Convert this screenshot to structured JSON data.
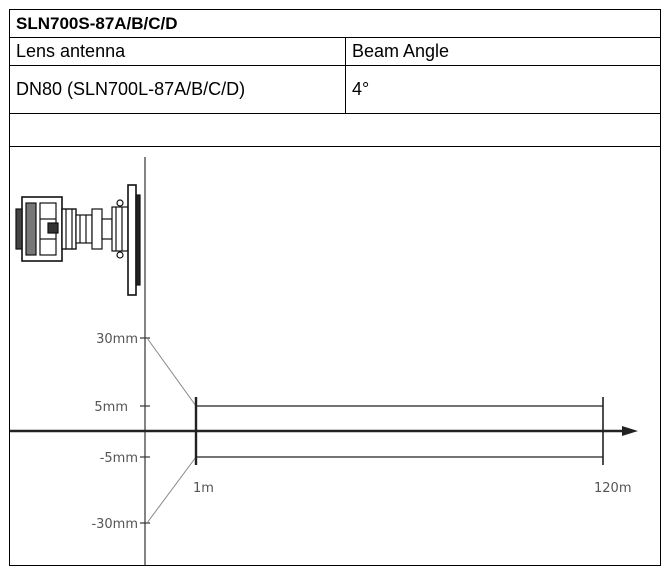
{
  "table": {
    "title": "SLN700S-87A/B/C/D",
    "header": {
      "col1": "Lens antenna",
      "col2": "Beam Angle"
    },
    "row": {
      "col1": "DN80 (SLN700L-87A/B/C/D)",
      "col2": "4°"
    },
    "empty_row": ""
  },
  "diagram": {
    "icon": "radar-level-transmitter-icon",
    "y_labels": {
      "top_outer": "30mm",
      "top_inner": "5mm",
      "bottom_inner": "-5mm",
      "bottom_outer": "-30mm"
    },
    "x_labels": {
      "start": "1m",
      "end": "120m"
    }
  }
}
